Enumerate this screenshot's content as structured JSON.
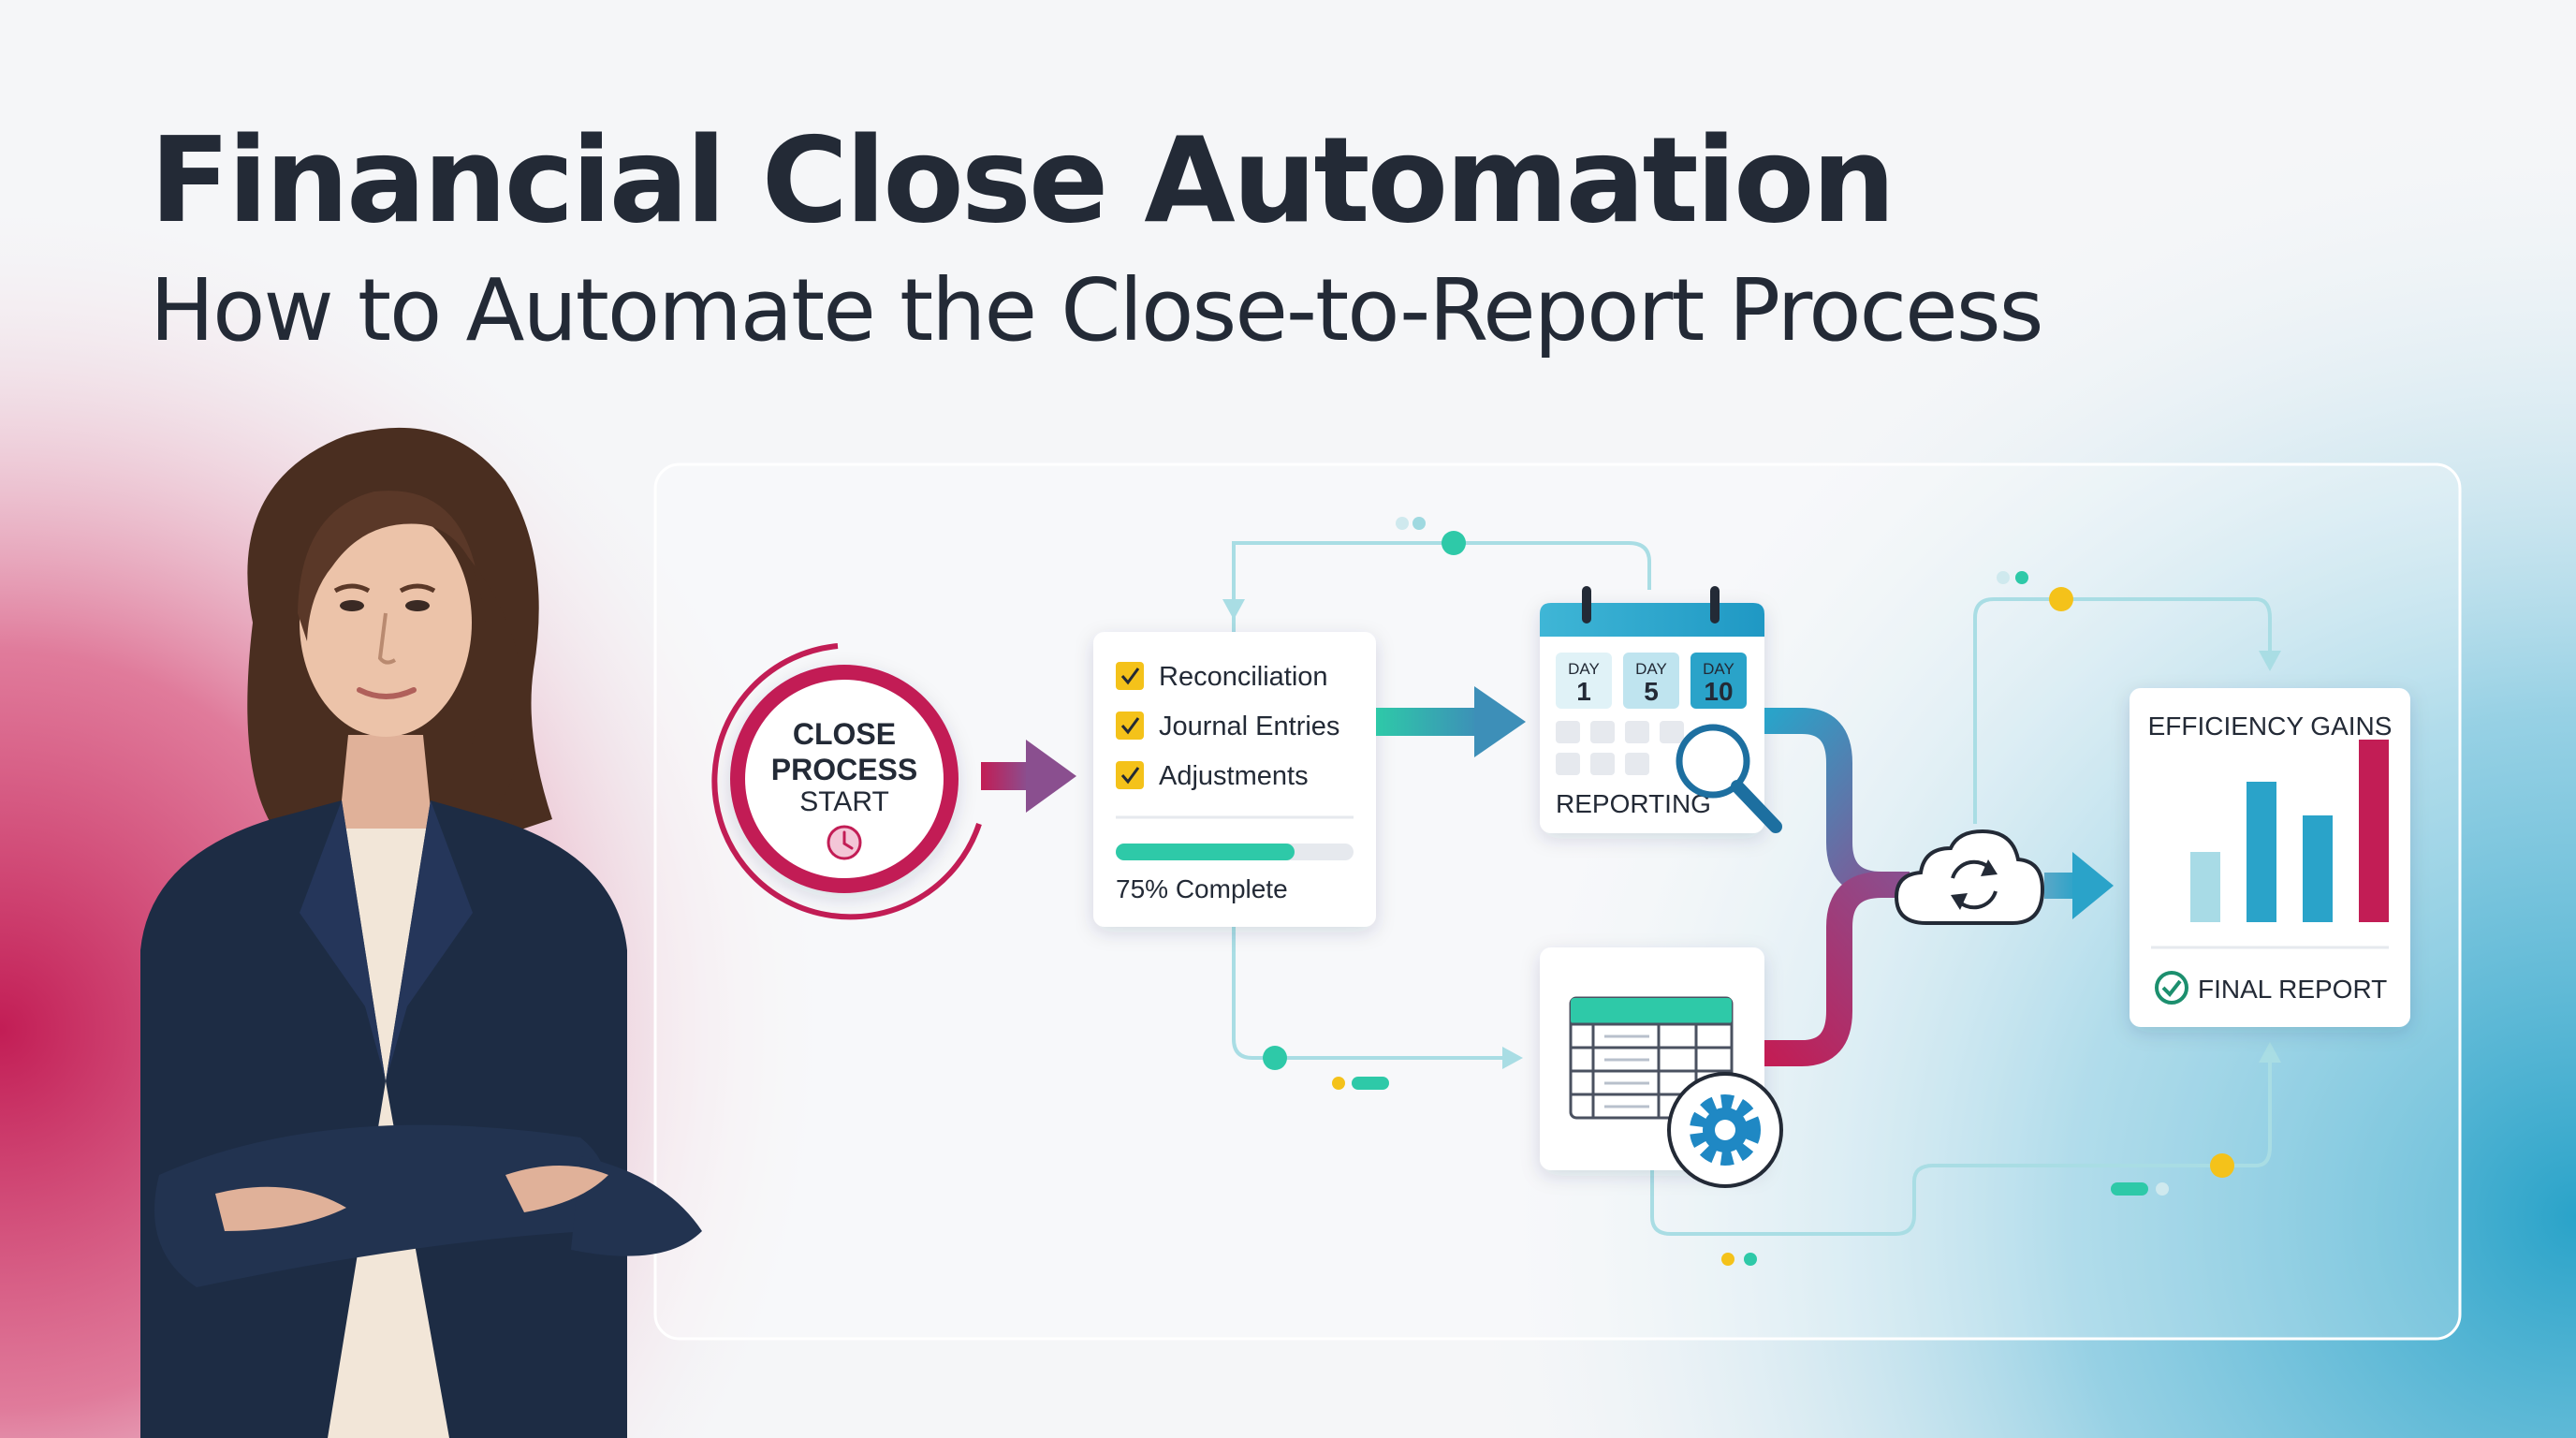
{
  "header": {
    "title": "Financial Close Automation",
    "subtitle": "How to Automate the Close-to-Report Process"
  },
  "start_node": {
    "line1": "CLOSE",
    "line2": "PROCESS",
    "line3": "START",
    "icon": "clock-icon"
  },
  "checklist": {
    "items": [
      {
        "label": "Reconciliation",
        "checked": true
      },
      {
        "label": "Journal Entries",
        "checked": true
      },
      {
        "label": "Adjustments",
        "checked": true
      }
    ],
    "progress_label": "75% Complete",
    "progress": 0.75
  },
  "calendar": {
    "days": [
      {
        "label": "DAY",
        "num": "1"
      },
      {
        "label": "DAY",
        "num": "5"
      },
      {
        "label": "DAY",
        "num": "10"
      }
    ],
    "caption": "REPORTING",
    "icon": "magnifier-icon"
  },
  "spreadsheet": {
    "icon": "gear-icon"
  },
  "sync": {
    "icon": "cloud-sync-icon"
  },
  "report": {
    "title": "EFFICIENCY GAINS",
    "bars": [
      0.25,
      0.5,
      0.38,
      0.65
    ],
    "footer": "FINAL REPORT",
    "icon": "check-circle-icon"
  },
  "colors": {
    "magenta": "#c21d55",
    "teal": "#2ec9a8",
    "blue": "#2aa3c9",
    "dark": "#232a36",
    "yellow": "#f4c21a",
    "navy": "#1d2c44"
  },
  "person": {
    "description_icon": "businesswoman-portrait"
  }
}
